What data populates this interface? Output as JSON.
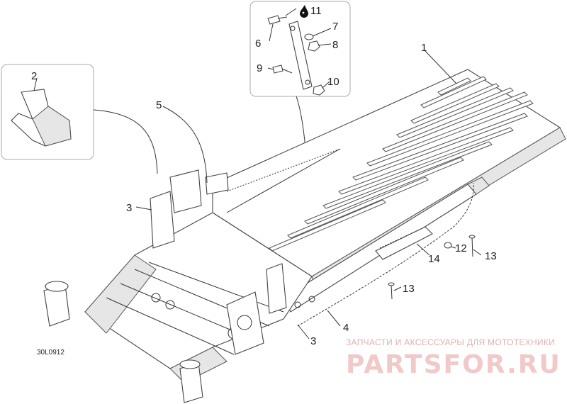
{
  "diagram": {
    "code": "30L0912",
    "callouts": {
      "c1": "1",
      "c2": "2",
      "c3a": "3",
      "c3b": "3",
      "c4": "4",
      "c5": "5",
      "c6": "6",
      "c7": "7",
      "c8": "8",
      "c9": "9",
      "c10": "10",
      "c11": "11",
      "c12": "12",
      "c13a": "13",
      "c13b": "13",
      "c14": "14"
    },
    "icons": {
      "oil": "oil-drop-icon"
    },
    "watermark": {
      "tagline": "ЗАПЧАСТИ И АКСЕССУАРЫ ДЛЯ МОТОТЕХНИКИ",
      "brand": "PARTSFOR.RU",
      "color": "#e8a0a0"
    }
  }
}
